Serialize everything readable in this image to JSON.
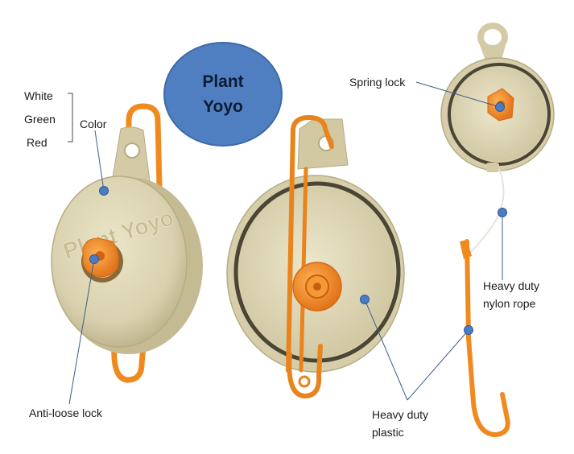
{
  "badge": {
    "line1": "Plant",
    "line2": "Yoyo"
  },
  "embossed_text": "Plant Yoyo",
  "labels": {
    "color_options": [
      "White",
      "Green",
      "Red"
    ],
    "color": "Color",
    "spring_lock": "Spring lock",
    "anti_loose_lock": "Anti-loose lock",
    "nylon_rope_line1": "Heavy duty",
    "nylon_rope_line2": "nylon rope",
    "plastic_line1": "Heavy duty",
    "plastic_line2": "plastic"
  },
  "colors": {
    "beige_body": "#d8d0ad",
    "beige_shadow": "#b9b08a",
    "orange_hook": "#f08a1f",
    "badge_blue": "#4f7fc1",
    "marker_blue": "#4a7cc4",
    "leader_line": "#3c5f8a"
  }
}
